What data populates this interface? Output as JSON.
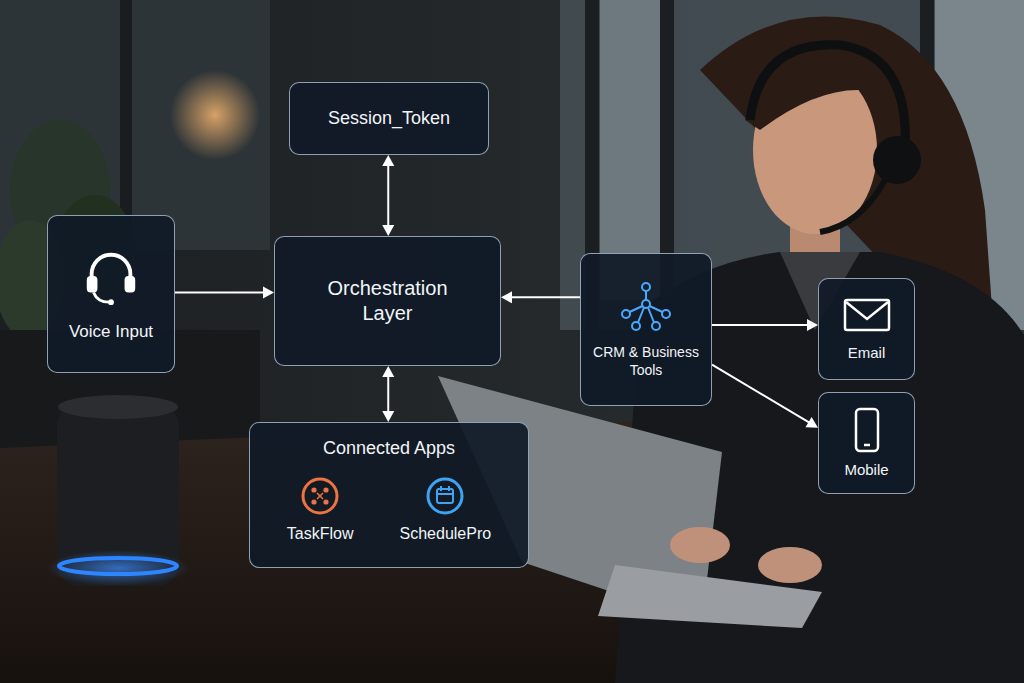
{
  "diagram": {
    "nodes": [
      {
        "text": [
          "Session_Token"
        ]
      },
      {
        "text": [
          "Voice Input"
        ]
      },
      {
        "text": [
          "Orchestration Layer"
        ]
      },
      {
        "text": [
          "CRM & Business Tools"
        ]
      },
      {
        "text": [
          "Email"
        ]
      },
      {
        "text": [
          "Mobile"
        ]
      },
      {
        "text": [
          "Connected Apps",
          "TaskFlow",
          "SchedulePro"
        ]
      }
    ],
    "edges": [
      {
        "from": 1,
        "to": 2,
        "arrow": "to"
      },
      {
        "from": 0,
        "to": 2,
        "arrow": "both"
      },
      {
        "from": 2,
        "to": 6,
        "arrow": "both"
      },
      {
        "from": 3,
        "to": 2,
        "arrow": "to"
      },
      {
        "from": 3,
        "to": 4,
        "arrow": "to"
      },
      {
        "from": 3,
        "to": 5,
        "arrow": "to"
      }
    ]
  }
}
